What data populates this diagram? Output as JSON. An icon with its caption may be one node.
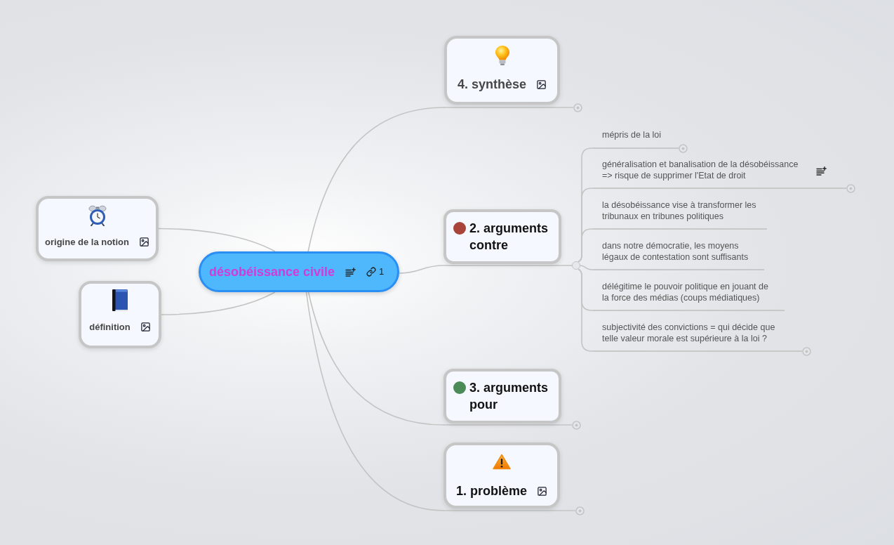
{
  "diagram": {
    "nodes": [
      {
        "text": [
          "désobéissance civile",
          "1"
        ]
      },
      {
        "text": [
          "origine de la notion"
        ]
      },
      {
        "text": [
          "définition"
        ]
      },
      {
        "text": [
          "4. synthèse"
        ]
      },
      {
        "text": [
          "2. arguments contre"
        ]
      },
      {
        "text": [
          "3. arguments pour"
        ]
      },
      {
        "text": [
          "1. problème"
        ]
      },
      {
        "text": [],
        "shape": "circle"
      },
      {
        "text": [
          "mépris de la loi"
        ]
      },
      {
        "text": [
          "généralisation et banalisation de la désobéissance => risque de supprimer l'Etat de droit"
        ]
      },
      {
        "text": [
          "la désobéissance vise à transformer les tribunaux en tribunes politiques"
        ]
      },
      {
        "text": [
          "dans notre démocratie, les moyens légaux de contestation sont suffisants"
        ]
      },
      {
        "text": [
          "délégitime le pouvoir politique en jouant de la force des médias (coups médiatiques)"
        ]
      },
      {
        "text": [
          "subjectivité des convictions = qui décide que telle valeur morale est supérieure à la loi ?"
        ]
      }
    ],
    "edges": [
      {
        "from": 0,
        "to": 1,
        "arrow": "none"
      },
      {
        "from": 0,
        "to": 2,
        "arrow": "none"
      },
      {
        "from": 0,
        "to": 3,
        "arrow": "none"
      },
      {
        "from": 0,
        "to": 4,
        "arrow": "none"
      },
      {
        "from": 0,
        "to": 5,
        "arrow": "none"
      },
      {
        "from": 0,
        "to": 6,
        "arrow": "none"
      },
      {
        "from": 4,
        "to": 7,
        "arrow": "none"
      },
      {
        "from": 7,
        "to": 8,
        "arrow": "none"
      },
      {
        "from": 7,
        "to": 9,
        "arrow": "none"
      },
      {
        "from": 7,
        "to": 10,
        "arrow": "none"
      },
      {
        "from": 7,
        "to": 11,
        "arrow": "none"
      },
      {
        "from": 7,
        "to": 12,
        "arrow": "none"
      },
      {
        "from": 7,
        "to": 13,
        "arrow": "none"
      }
    ]
  }
}
